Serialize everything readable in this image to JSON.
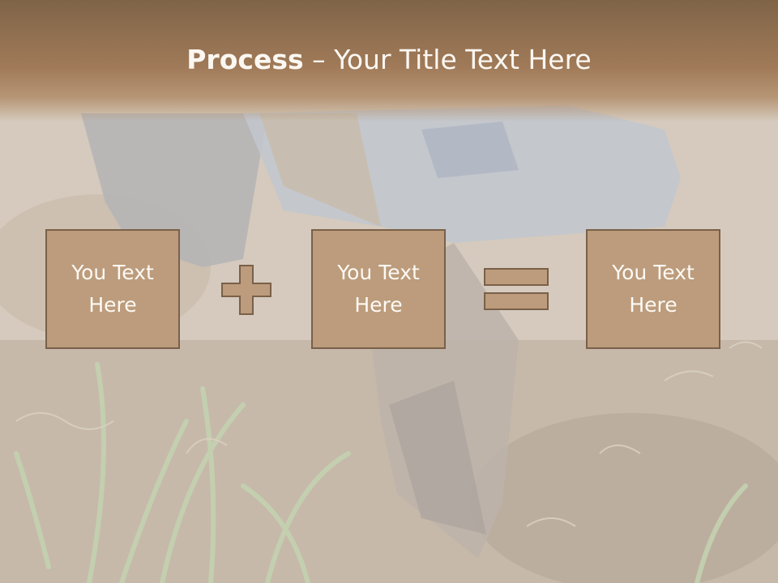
{
  "slide": {
    "title_bold": "Process",
    "title_rest": " – Your Title Text Here",
    "boxes": [
      "You Text Here",
      "You Text Here",
      "You Text Here"
    ],
    "operators": [
      "plus",
      "equals"
    ]
  },
  "colors": {
    "header": "#8b6b4d",
    "box_fill": "#bc9c7c",
    "box_border": "#7a6049",
    "text": "#fdf9f4"
  }
}
